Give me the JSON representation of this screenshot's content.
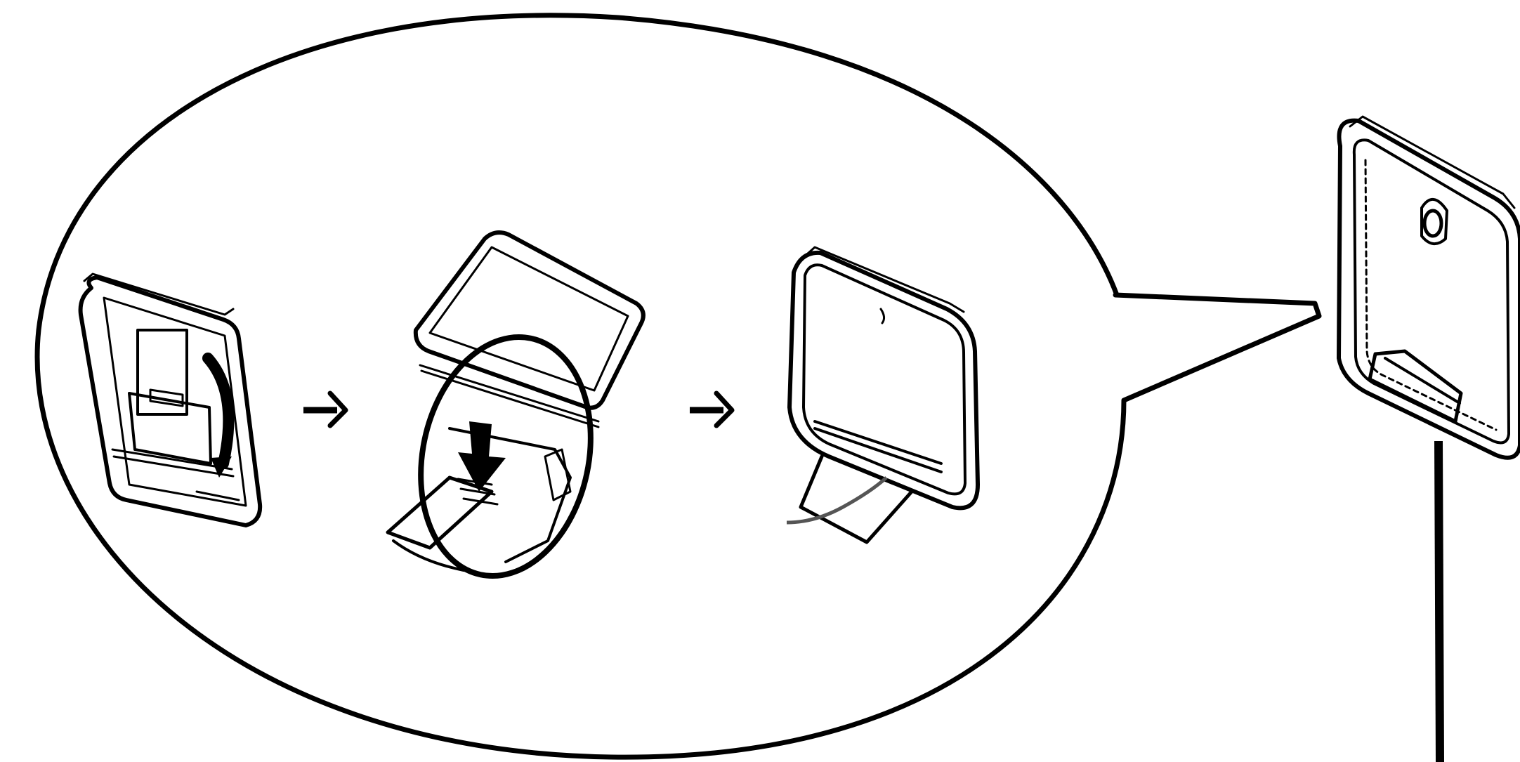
{
  "diagram": {
    "description_text": "",
    "colors": {
      "line": "#000000",
      "background": "#ffffff",
      "shade": "#e6e6e6"
    },
    "steps": [
      {
        "id": "step-1",
        "icon": "am-loop-antenna-folded-icon",
        "motion": "rotate-stand-clockwise"
      },
      {
        "id": "step-2",
        "icon": "am-loop-antenna-stand-insert-icon",
        "motion": "push-down"
      },
      {
        "id": "step-3",
        "icon": "am-loop-antenna-assembled-icon",
        "motion": "none"
      }
    ],
    "arrows": [
      "arrow-right-icon",
      "arrow-right-icon"
    ],
    "callout": "speech-bubble-callout",
    "installed": {
      "icon": "am-loop-antenna-wall-mounted-icon",
      "cable": "antenna-cable"
    }
  }
}
